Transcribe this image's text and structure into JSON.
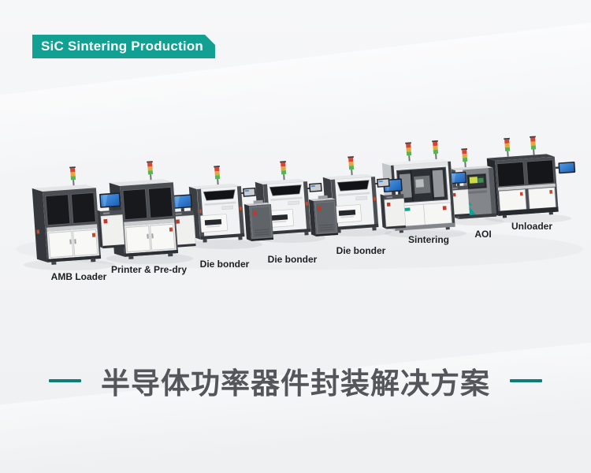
{
  "badge": {
    "label": "SiC Sintering Production"
  },
  "machines": [
    {
      "id": "amb-loader",
      "label": "AMB Loader"
    },
    {
      "id": "printer-pre-dry",
      "label": "Printer & Pre-dry"
    },
    {
      "id": "die-bonder-1",
      "label": "Die bonder"
    },
    {
      "id": "die-bonder-2",
      "label": "Die bonder"
    },
    {
      "id": "die-bonder-3",
      "label": "Die bonder"
    },
    {
      "id": "sintering",
      "label": "Sintering"
    },
    {
      "id": "aoi",
      "label": "AOI"
    },
    {
      "id": "unloader",
      "label": "Unloader"
    }
  ],
  "title": {
    "text": "半导体功率器件封装解决方案"
  },
  "colors": {
    "accent_teal": "#12a092",
    "accent_teal_dark": "#0d7d76",
    "title_text": "#55565c",
    "label_text": "#1d2022",
    "signal_red": "#d84434",
    "signal_yellow": "#e9a43c",
    "signal_green": "#54b552",
    "monitor_screen_blue": "#1c5fb8",
    "background": "#f3f4f6"
  }
}
